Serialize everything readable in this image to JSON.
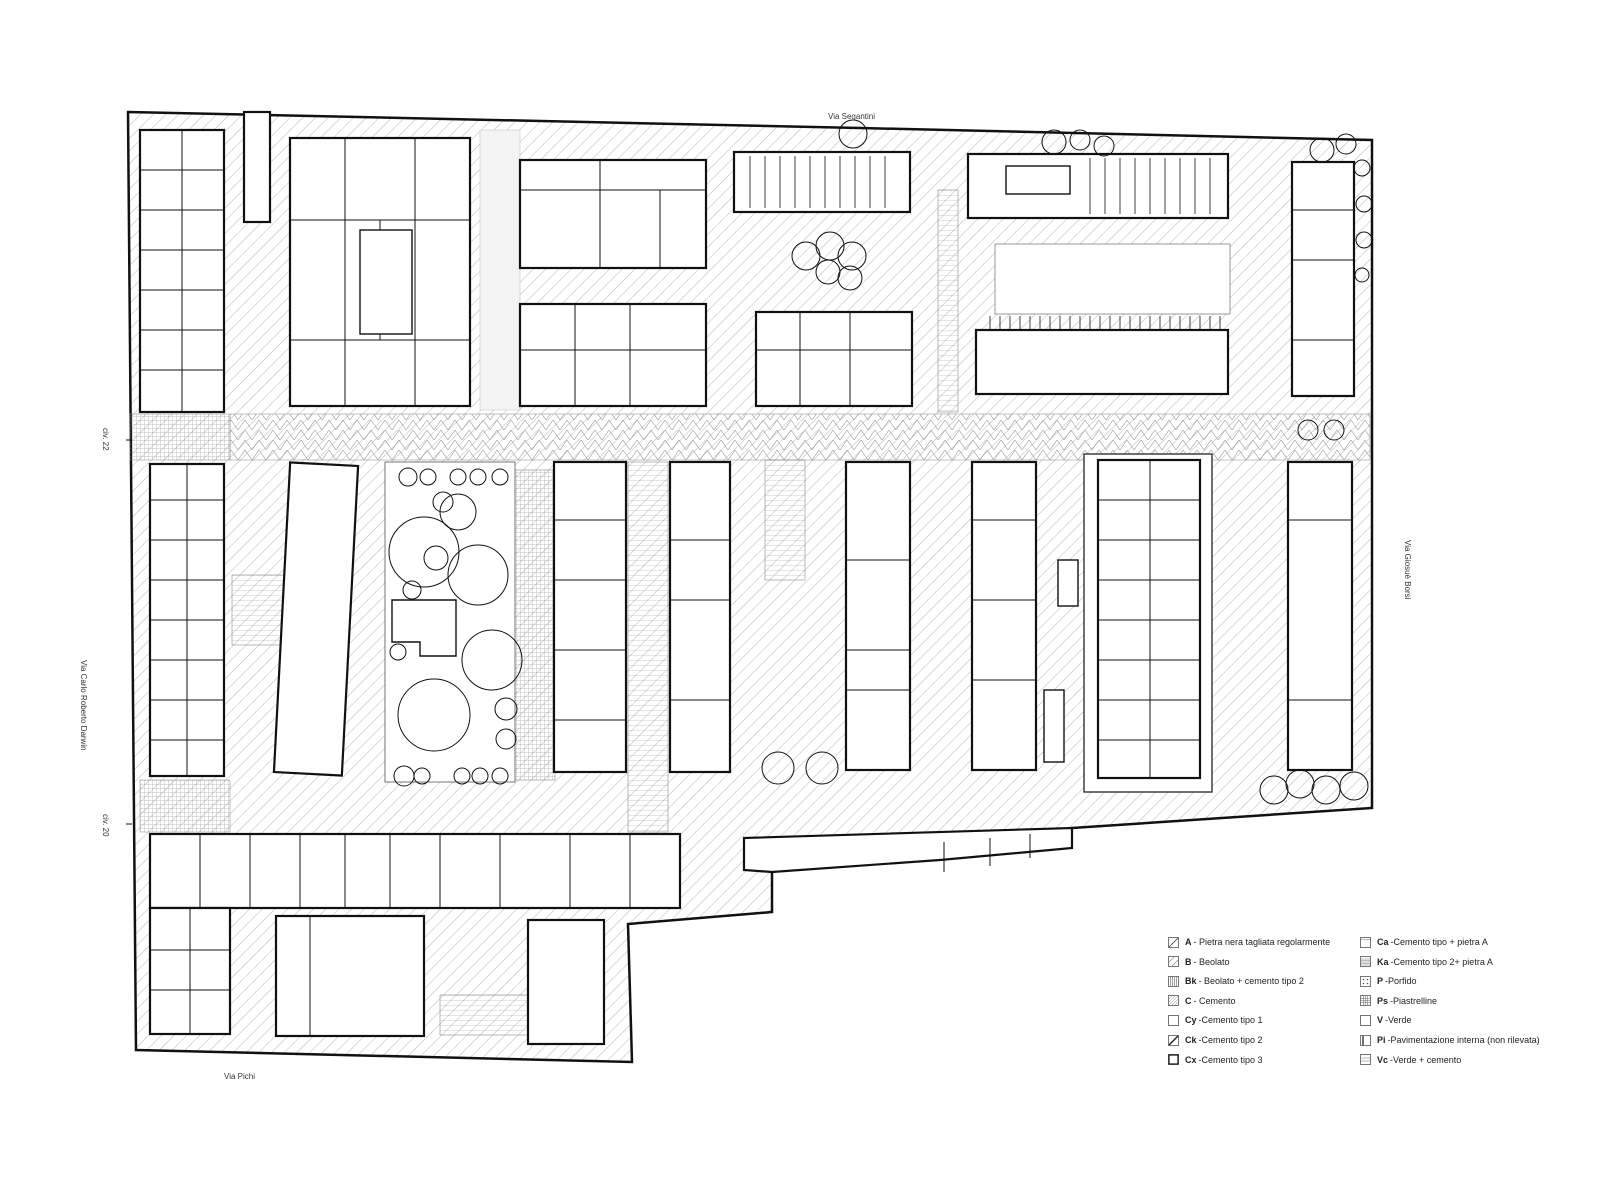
{
  "streets": {
    "north": "Via Segantini",
    "east": "Via Giosuè Borsi",
    "south": "Via Pichi",
    "west": "Via Carlo Roberto Darwin",
    "civ_22": "civ. 22",
    "civ_20": "civ. 20"
  },
  "legend": {
    "left": [
      {
        "code": "A",
        "text": " - Pietra nera tagliata regolarmente",
        "pattern": "diag-sparse"
      },
      {
        "code": "B",
        "text": " - Beolato",
        "pattern": "diag-light"
      },
      {
        "code": "Bk",
        "text": "- Beolato + cemento tipo 2",
        "pattern": "vertical"
      },
      {
        "code": "C",
        "text": " - Cemento",
        "pattern": "diag-dense"
      },
      {
        "code": "Cy",
        "text": "-Cemento tipo 1",
        "pattern": "blank"
      },
      {
        "code": "Ck",
        "text": "-Cemento tipo 2",
        "pattern": "diag-single"
      },
      {
        "code": "Cx",
        "text": "-Cemento tipo 3",
        "pattern": "blank-bold"
      }
    ],
    "right": [
      {
        "code": "Ca",
        "text": "-Cemento tipo + pietra A",
        "pattern": "blank-top"
      },
      {
        "code": "Ka",
        "text": "-Cemento tipo 2+ pietra A",
        "pattern": "fine-horizontal"
      },
      {
        "code": "P",
        "text": " -Porfido",
        "pattern": "dots"
      },
      {
        "code": "Ps",
        "text": "-Piastrelline",
        "pattern": "grid"
      },
      {
        "code": "V",
        "text": " -Verde",
        "pattern": "blank-light"
      },
      {
        "code": "Pi",
        "text": "-Pavimentazione interna (non rilevata)",
        "pattern": "blank-bar"
      },
      {
        "code": "Vc",
        "text": "-Verde + cemento",
        "pattern": "horizontal"
      }
    ]
  },
  "colors": {
    "line": "#111111",
    "hatch": "#8a8a8a",
    "background": "#ffffff"
  }
}
